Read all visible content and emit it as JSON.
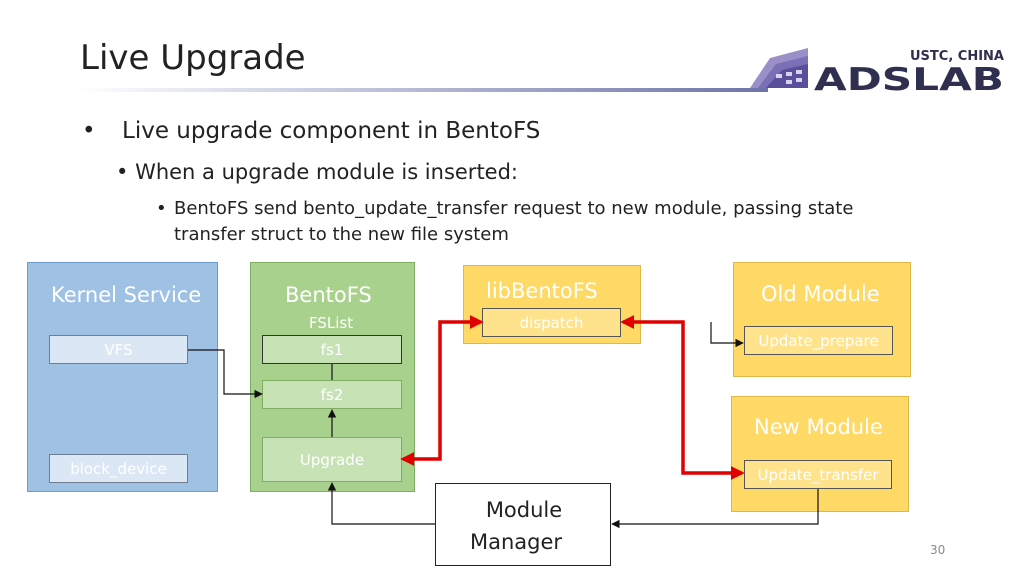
{
  "slide": {
    "title": "Live Upgrade",
    "page_number": "30"
  },
  "logo": {
    "line1": "USTC, CHINA",
    "line2": "ADSLAB"
  },
  "bullets": {
    "level1": "Live upgrade component in BentoFS",
    "level2": "When a upgrade module is inserted:",
    "level3": "BentoFS send bento_update_transfer request to new module, passing state transfer struct to the new file system"
  },
  "diagram": {
    "kernel_service": {
      "title": "Kernel Service",
      "vfs": "VFS",
      "block_device": "block_device"
    },
    "bentofs": {
      "title": "BentoFS",
      "fslist": "FSList",
      "fs1": "fs1",
      "fs2": "fs2",
      "upgrade": "Upgrade"
    },
    "libbentofs": {
      "title": "libBentoFS",
      "dispatch": "dispatch"
    },
    "old_module": {
      "title": "Old Module",
      "update_prepare": "Update_prepare"
    },
    "new_module": {
      "title": "New Module",
      "update_transfer": "Update_transfer"
    },
    "module_manager": {
      "line1": "Module",
      "line2": "Manager"
    }
  },
  "colors": {
    "kernel_service": "#9ec1e4",
    "bentofs": "#a9d18e",
    "modules": "#ffd966",
    "highlight_arrow": "#e00000"
  }
}
